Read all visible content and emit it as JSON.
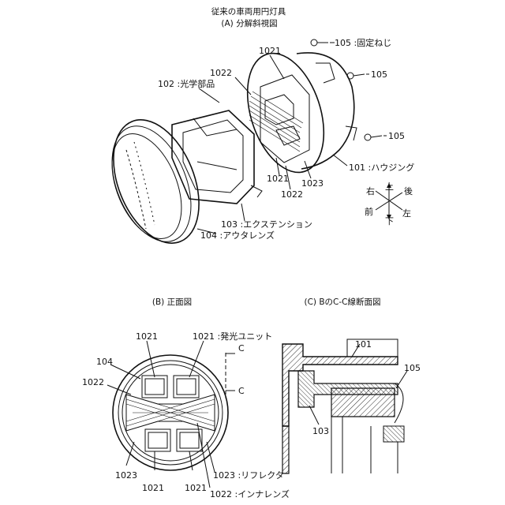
{
  "titles": {
    "main": "従来の車両用円灯具",
    "sub_a": "(A) 分解斜視図",
    "sub_b": "(B) 正面図",
    "sub_c": "(C) BのC-C線断面図"
  },
  "panel_a": {
    "screw_105_fixing": "105 :固定ねじ",
    "screw_105_b": "105",
    "screw_105_c": "105",
    "lamp_1021_top": "1021",
    "inner_lens_1022": "1022",
    "optical_part_102": "102 :光学部品",
    "housing_101": "101 :ハウジング",
    "lamp_1021_low": "1021",
    "reflector_1023": "1023",
    "inner_lens_1022_low": "1022",
    "extension_103": "103 :エクステンション",
    "outer_lens_104": "104 :アウタレンズ"
  },
  "directions": {
    "up": "上",
    "down": "下",
    "right": "右",
    "left": "左",
    "front": "前",
    "back": "後"
  },
  "panel_b": {
    "lamp_1021_tl": "1021",
    "lamp_unit": "1021 :発光ユニット",
    "outer_lens_104": "104",
    "inner_lens_1022": "1022",
    "section_c_top": "C",
    "section_c_mid": "C",
    "reflector_1023_bl": "1023",
    "lamp_1021_bl": "1021",
    "lamp_1021_br": "1021",
    "reflector_label": "1023 :リフレクタ",
    "inner_lens_label": "1022 :インナレンズ"
  },
  "panel_c": {
    "housing_101": "101",
    "screw_105": "105",
    "extension_103": "103"
  }
}
